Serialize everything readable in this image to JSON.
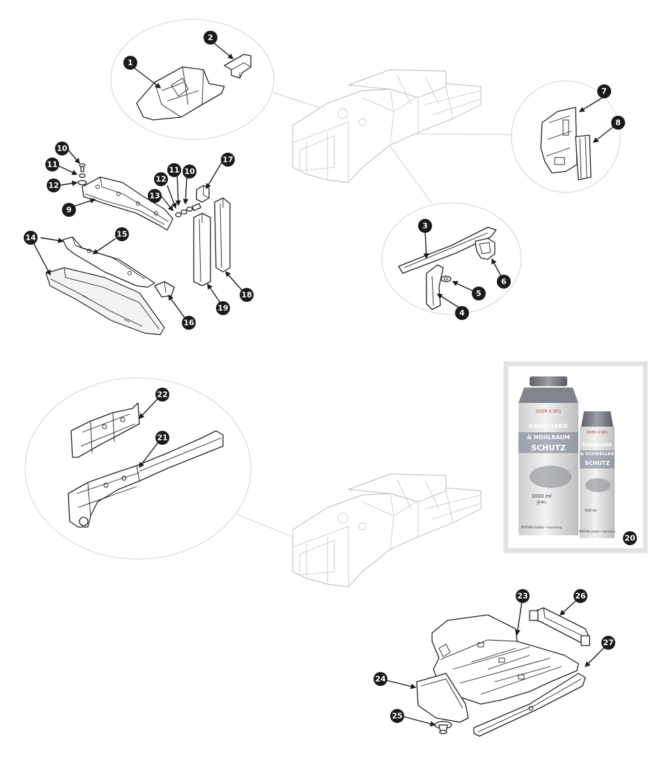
{
  "colors": {
    "badge": "#1a1a1a",
    "badge_text": "#ffffff",
    "ghost_line": "#c4c4c4",
    "photo_frame": "#e2e2e2",
    "can_body": "#e8e8e8",
    "can_cap": "#7a7f86"
  },
  "callouts": [
    "1",
    "2",
    "3",
    "4",
    "5",
    "6",
    "7",
    "8",
    "9",
    "10",
    "10",
    "11",
    "11",
    "12",
    "12",
    "13",
    "14",
    "15",
    "16",
    "17",
    "18",
    "19",
    "20",
    "21",
    "22",
    "23",
    "24",
    "25",
    "26",
    "27"
  ],
  "product_photo": {
    "can_large": {
      "brand": "OVER 4 SPG",
      "line1": "KAROSSERIE",
      "line2": "& HOHLRAUM",
      "line3": "SCHUTZ",
      "volume": "1000 ml",
      "color": "grau",
      "maker": "PERTAN GmbH • Germany"
    },
    "can_spray": {
      "brand": "OVER 4 SPG",
      "line1": "KAROSSERIE",
      "line2": "& SCHWELLEN",
      "line3": "SCHUTZ",
      "volume": "500 ml",
      "maker": "PERTAN GmbH • Germany"
    }
  }
}
